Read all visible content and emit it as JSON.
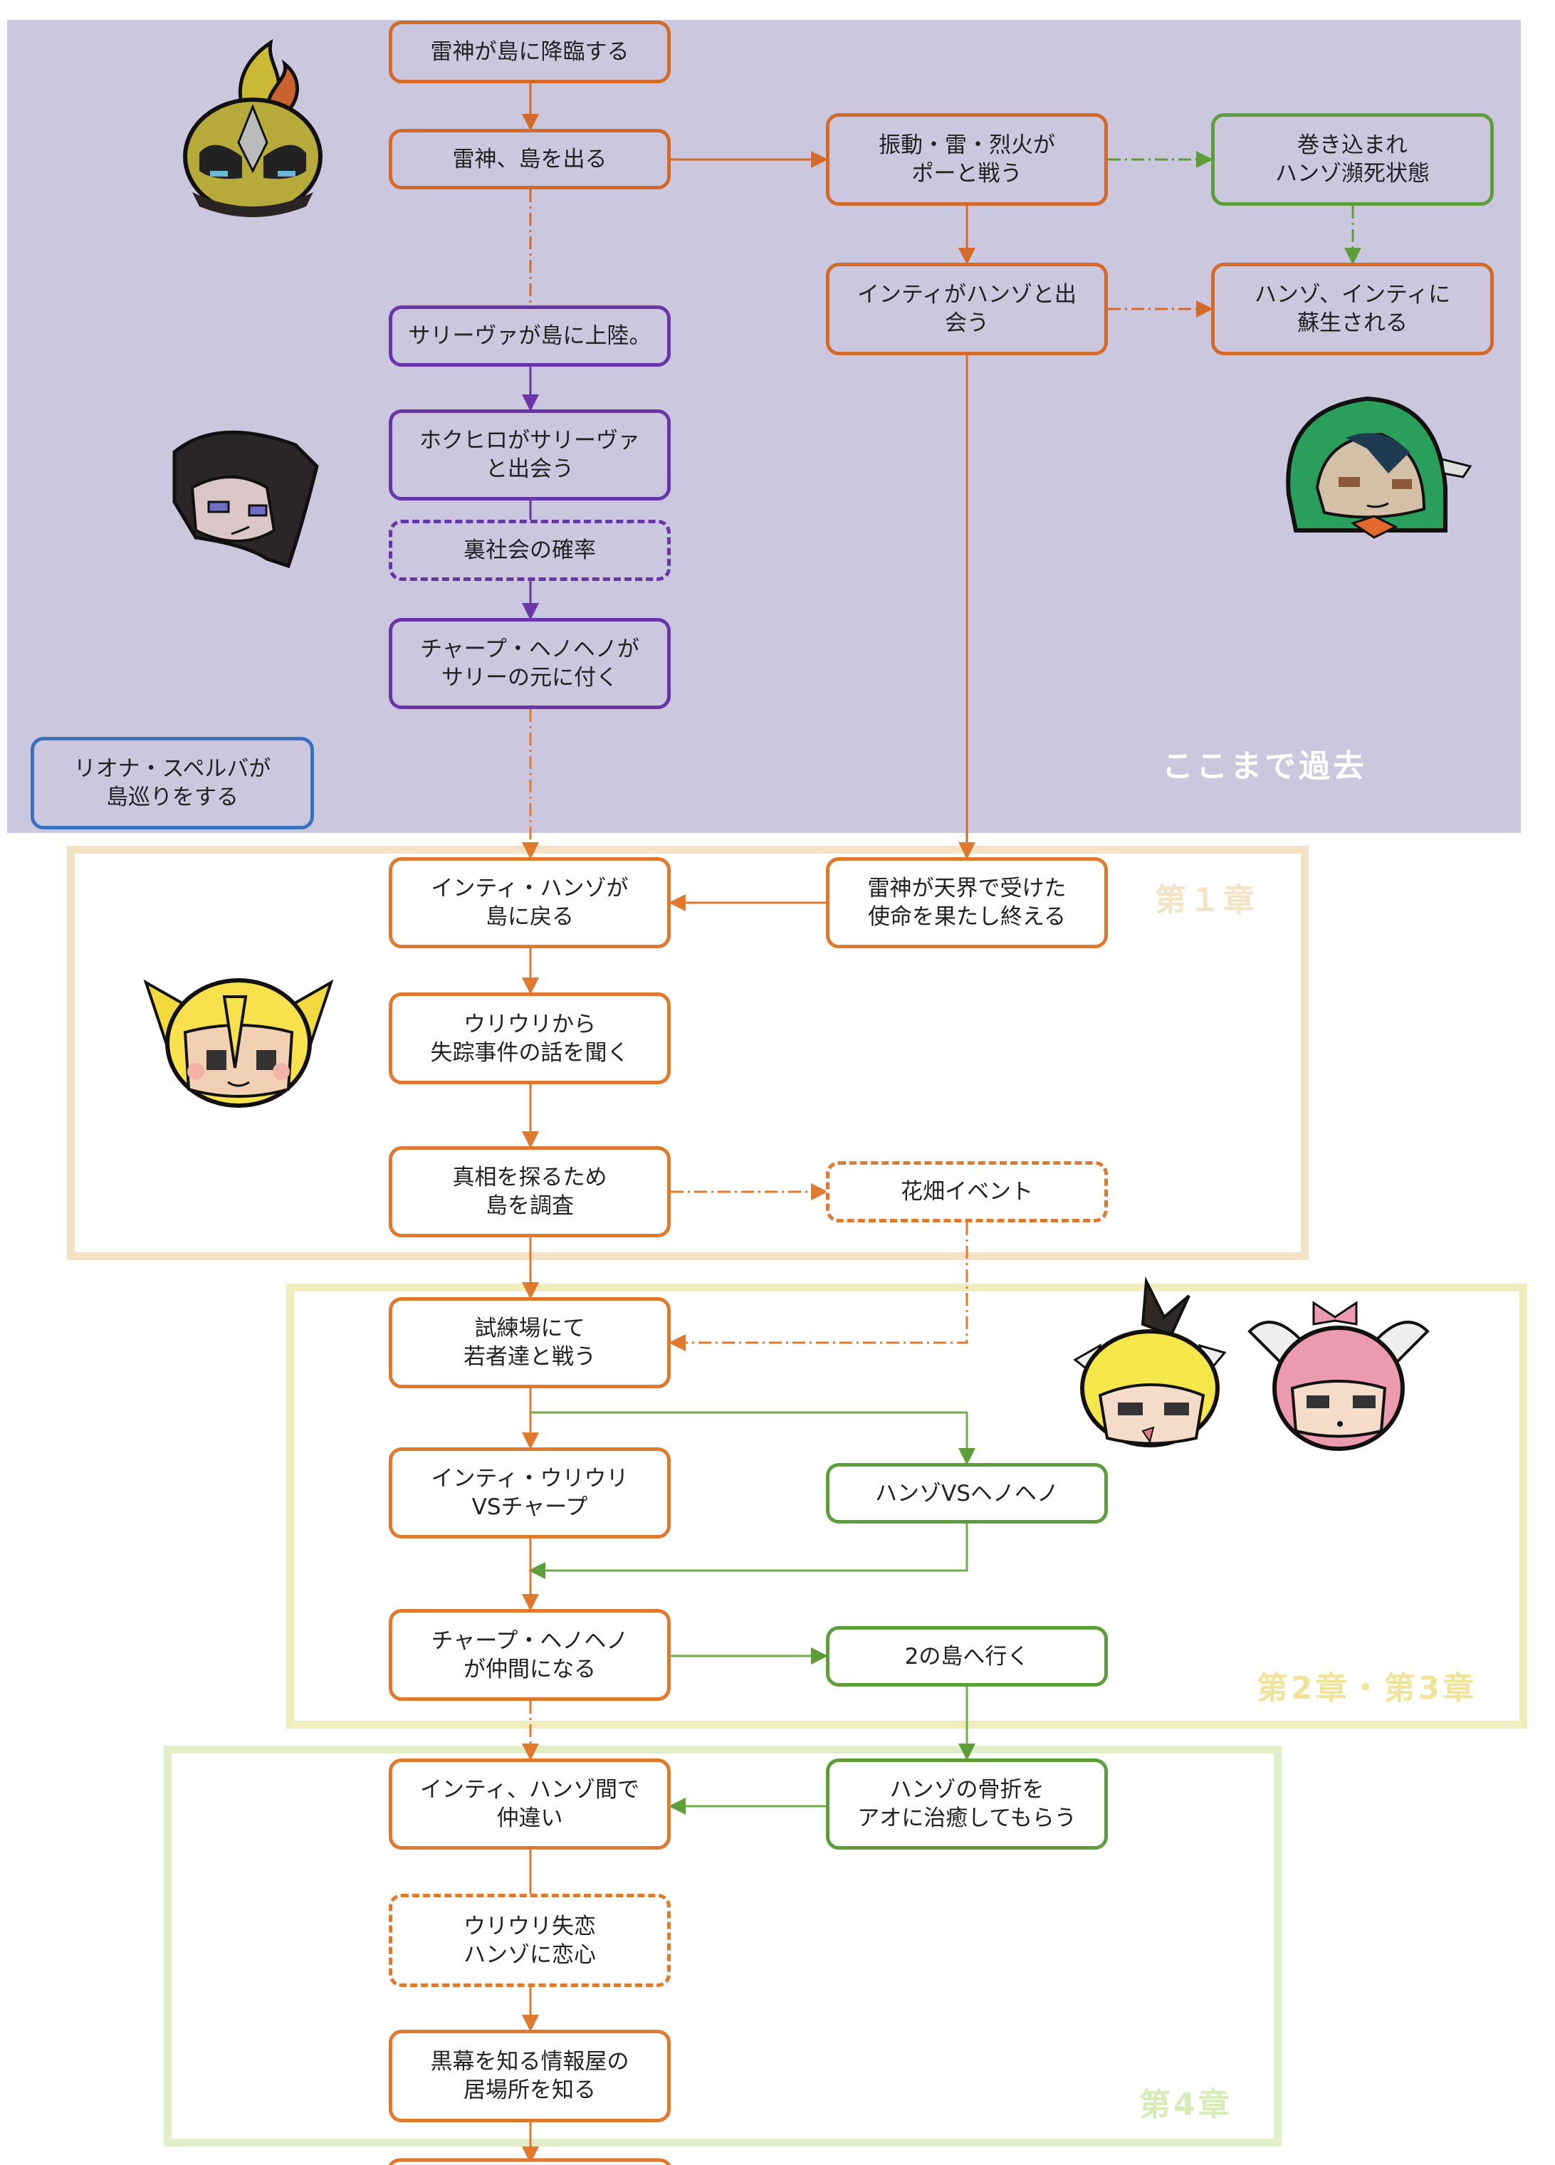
{
  "diagram": {
    "title_section_labels": {
      "past": "ここまで過去",
      "chapter1": "第１章",
      "chapter2_3": "第2章・第3章",
      "chapter4": "第4章"
    },
    "colors": {
      "past_background": "#cbc7df",
      "main_orange": "#e0782e",
      "purple": "#6a35a8",
      "green": "#5e9e3a",
      "blue": "#3b72c0",
      "chapter1_frame": "#f3e3c4",
      "chapter2_3_frame": "#f1ecbd",
      "chapter4_frame": "#e1efc8"
    },
    "nodes": {
      "raijin_descends": "雷神が島に降臨する",
      "raijin_leaves": "雷神、島を出る",
      "fight_po": "振動・雷・烈火が\nポーと戦う",
      "hanzo_dying": "巻き込まれ\nハンゾ瀕死状態",
      "inti_meets_hanzo": "インティがハンゾと出\n会う",
      "hanzo_revived": "ハンゾ、インティに\n蘇生される",
      "sariva_lands": "サリーヴァが島に上陸。",
      "hokuhiro_meets": "ホクヒロがサリーヴァ\nと出会う",
      "underworld": "裏社会の確率",
      "chirp_joins_sari": "チャープ・ヘノヘノが\nサリーの元に付く",
      "riona_tour": "リオナ・スペルバが\n島巡りをする",
      "inti_hanzo_return": "インティ・ハンゾが\n島に戻る",
      "raijin_mission": "雷神が天界で受けた\n使命を果たし終える",
      "hear_disappearance": "ウリウリから\n失踪事件の話を聞く",
      "investigate": "真相を探るため\n島を調査",
      "flower_event": "花畑イベント",
      "trial_fight": "試練場にて\n若者達と戦う",
      "inti_uriuri_vs": "インティ・ウリウリ\nVSチャープ",
      "hanzo_vs": "ハンゾVSヘノヘノ",
      "chirp_allies": "チャープ・ヘノヘノ\nが仲間になる",
      "go_island2": "2の島へ行く",
      "inti_hanzo_quarrel": "インティ、ハンゾ間で\n仲違い",
      "hanzo_healed": "ハンゾの骨折を\nアオに治癒してもらう",
      "uriuri_heartbreak": "ウリウリ失恋\nハンゾに恋心",
      "find_informant": "黒幕を知る情報屋の\n居場所を知る"
    },
    "characters": [
      {
        "name": "armored-yellow-character",
        "icon": "character-avatar-icon"
      },
      {
        "name": "dark-hair-character",
        "icon": "character-avatar-icon"
      },
      {
        "name": "green-hood-character",
        "icon": "character-avatar-icon"
      },
      {
        "name": "blonde-winged-character",
        "icon": "character-avatar-icon"
      },
      {
        "name": "blonde-ribbon-character",
        "icon": "character-avatar-icon"
      },
      {
        "name": "pink-hair-character",
        "icon": "character-avatar-icon"
      }
    ]
  }
}
